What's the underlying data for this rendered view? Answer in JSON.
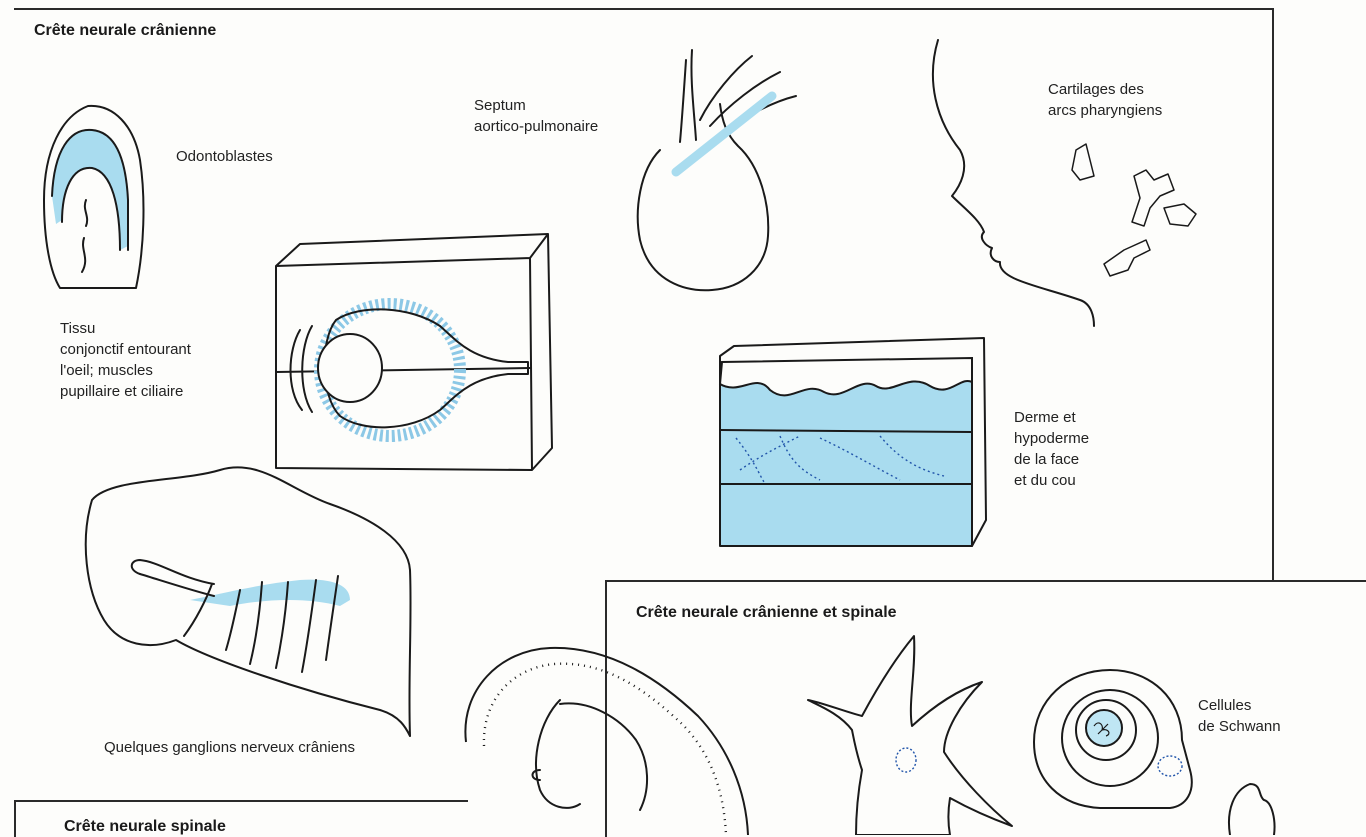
{
  "sections": {
    "cranial": "Crête neurale crânienne",
    "cranial_spinal": "Crête neurale crânienne et spinale",
    "spinal": "Crête neurale spinale"
  },
  "labels": {
    "odontoblasts": "Odontoblastes",
    "septum_line1": "Septum",
    "septum_line2": "aortico-pulmonaire",
    "cartilage_line1": "Cartilages des",
    "cartilage_line2": "arcs pharyngiens",
    "eye_line1": "Tissu",
    "eye_line2": "conjonctif entourant",
    "eye_line3": "l'oeil; muscles",
    "eye_line4": "pupillaire et ciliaire",
    "derm_line1": "Derme et",
    "derm_line2": "hypoderme",
    "derm_line3": "de la face",
    "derm_line4": "et du cou",
    "ganglia": "Quelques ganglions nerveux crâniens",
    "schwann_line1": "Cellules",
    "schwann_line2": "de Schwann"
  },
  "colors": {
    "tissue_blue": "#a9dcef",
    "outline": "#1a1a1a"
  }
}
